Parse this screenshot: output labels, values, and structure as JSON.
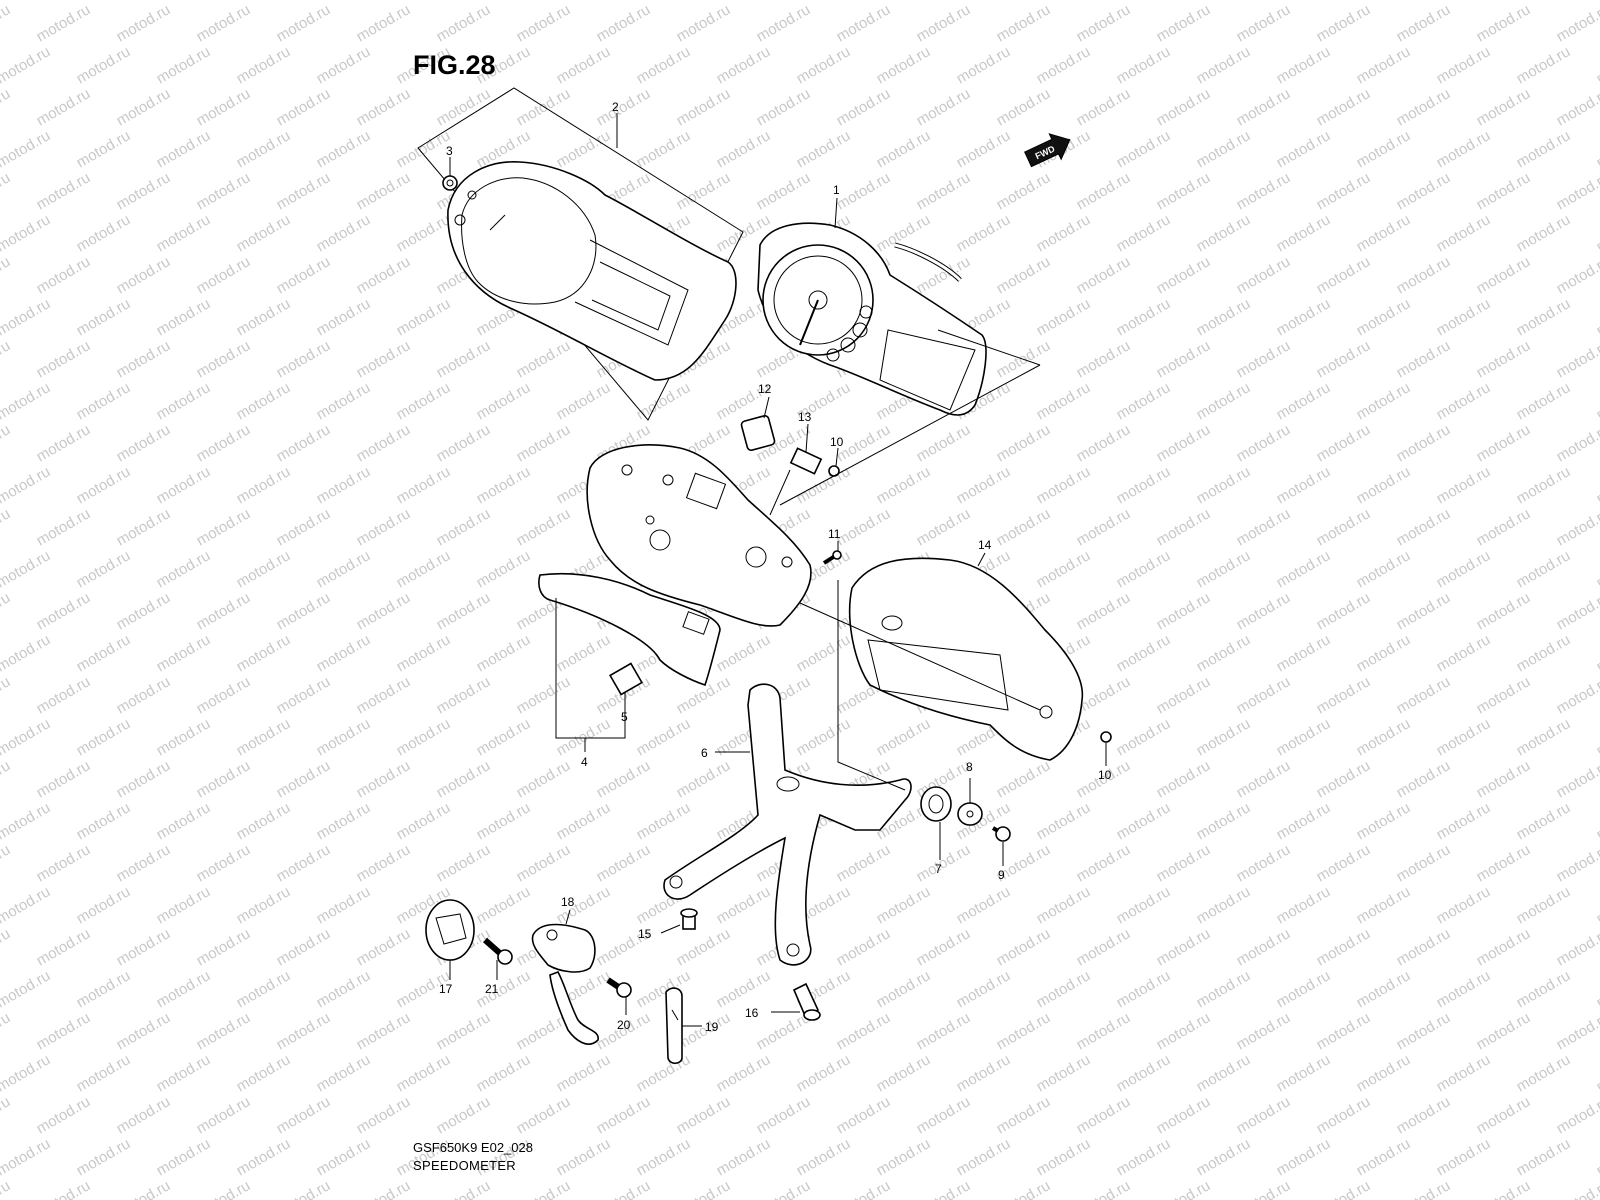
{
  "figure": {
    "title": "FIG.28"
  },
  "caption": {
    "code": "GSF650K9 E02_028",
    "name": "SPEEDOMETER"
  },
  "direction_badge": {
    "text": "FWD"
  },
  "watermark": {
    "text": "motod.ru",
    "color": "#c8c8c8"
  },
  "callouts": [
    {
      "id": "c1",
      "label": "1"
    },
    {
      "id": "c2",
      "label": "2"
    },
    {
      "id": "c3",
      "label": "3"
    },
    {
      "id": "c4",
      "label": "4"
    },
    {
      "id": "c5",
      "label": "5"
    },
    {
      "id": "c6",
      "label": "6"
    },
    {
      "id": "c7",
      "label": "7"
    },
    {
      "id": "c8",
      "label": "8"
    },
    {
      "id": "c9",
      "label": "9"
    },
    {
      "id": "c10a",
      "label": "10"
    },
    {
      "id": "c10b",
      "label": "10"
    },
    {
      "id": "c11",
      "label": "11"
    },
    {
      "id": "c12",
      "label": "12"
    },
    {
      "id": "c13",
      "label": "13"
    },
    {
      "id": "c14",
      "label": "14"
    },
    {
      "id": "c15",
      "label": "15"
    },
    {
      "id": "c16",
      "label": "16"
    },
    {
      "id": "c17",
      "label": "17"
    },
    {
      "id": "c18",
      "label": "18"
    },
    {
      "id": "c19",
      "label": "19"
    },
    {
      "id": "c20",
      "label": "20"
    },
    {
      "id": "c21",
      "label": "21"
    }
  ]
}
